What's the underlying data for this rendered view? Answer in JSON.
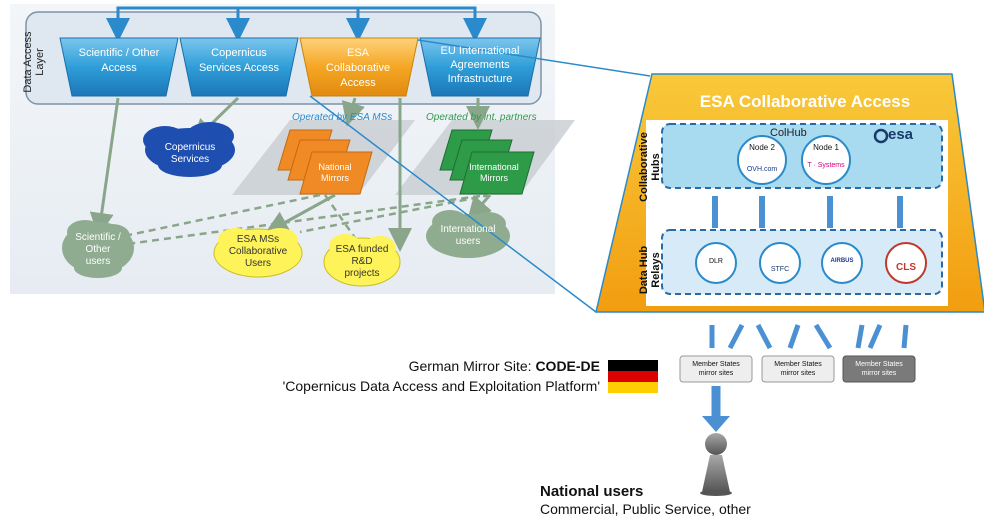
{
  "left_diagram": {
    "layer_label": "Data Access Layer",
    "access_boxes": [
      {
        "label": "Scientific / Other Access"
      },
      {
        "label": "Copernicus Services Access"
      },
      {
        "label": "ESA Collaborative Access"
      },
      {
        "label": "EU International Agreements Infrastructure"
      }
    ],
    "operated_esa": "Operated by ESA MSs",
    "operated_partners": "Operated by int. partners",
    "national_mirrors": "National Mirrors",
    "international_mirrors": "International Mirrors",
    "copernicus_services": "Copernicus Services",
    "user_clouds": [
      {
        "label": "Scientific / Other users"
      },
      {
        "label": "ESA MSs Collaborative Users"
      },
      {
        "label": "ESA funded R&D projects"
      },
      {
        "label": "International users"
      }
    ]
  },
  "right_diagram": {
    "title": "ESA Collaborative Access",
    "colhub_label": "ColHub",
    "esa_logo": "esa",
    "collab_hubs_label": "Collaborative Hubs",
    "data_hub_relays_label": "Data Hub Relays",
    "node2": {
      "title": "Node 2",
      "brand": "OVH.com"
    },
    "node1": {
      "title": "Node 1",
      "brand": "T · Systems"
    },
    "relays": [
      {
        "label": "DLR"
      },
      {
        "label": "STFC"
      },
      {
        "label": "AIRBUS"
      },
      {
        "label": "CLS"
      }
    ],
    "mirror_sites": [
      {
        "label": "Member States mirror sites"
      },
      {
        "label": "Member States mirror sites"
      },
      {
        "label": "Member States mirror sites"
      }
    ]
  },
  "german_mirror": {
    "prefix": "German Mirror Site: ",
    "name": "CODE-DE",
    "platform": "'Copernicus Data Access and Exploitation Platform'"
  },
  "national_users": {
    "title": "National users",
    "subtitle": "Commercial, Public Service, other"
  },
  "colors": {
    "blue_box": "#2f9ed8",
    "orange_box": "#f5a623",
    "yellow_cloud": "#fff35a",
    "green_mirror": "#2e9b48",
    "orange_mirror": "#f08a24",
    "colhub_bg": "#a8daf0",
    "gold_frame": "#f6b318"
  }
}
